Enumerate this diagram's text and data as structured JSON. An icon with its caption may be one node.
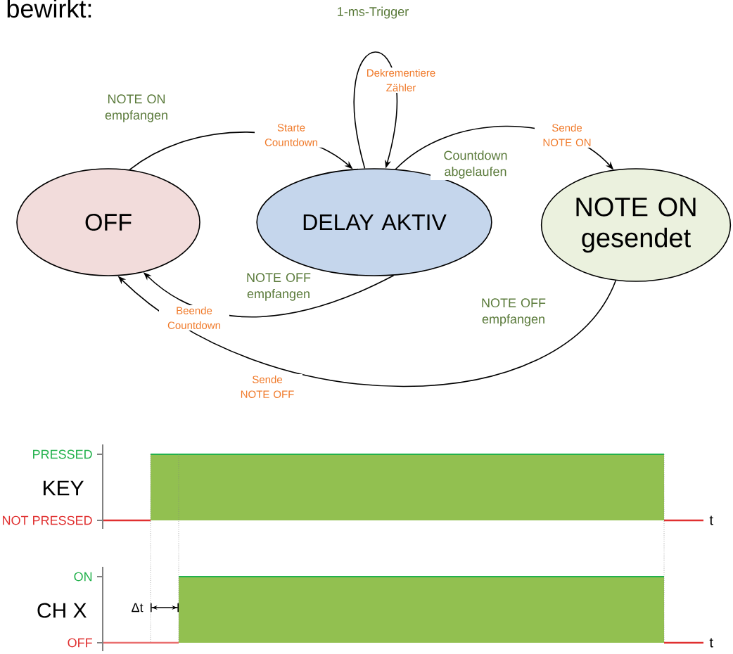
{
  "diagram": {
    "nodes": [
      {
        "text": [
          "OFF"
        ]
      },
      {
        "text": [
          "DELAY AKTIV"
        ]
      },
      {
        "text": [
          "NOTE ON gesendet"
        ]
      }
    ],
    "edges": [
      {
        "from": 0,
        "to": 1,
        "arrow": "to",
        "label": "NOTE ON empfangen"
      },
      {
        "from": 1,
        "to": 1,
        "arrow": "to",
        "label": "1-ms-Trigger"
      },
      {
        "from": 1,
        "to": 2,
        "arrow": "to",
        "label": "Countdown abgelaufen"
      },
      {
        "from": 1,
        "to": 0,
        "arrow": "to",
        "label": "NOTE OFF empfangen"
      },
      {
        "from": 2,
        "to": 0,
        "arrow": "to",
        "label": "NOTE OFF empfangen"
      }
    ],
    "labels": [
      "bewirkt:",
      "Dekrementiere Zähler",
      "Starte Countdown",
      "Sende NOTE ON",
      "Beende Countdown",
      "Sende NOTE OFF",
      "PRESSED",
      "KEY",
      "NOT PRESSED",
      "t",
      "ON",
      "CH X",
      "Δt",
      "OFF",
      "t"
    ]
  }
}
